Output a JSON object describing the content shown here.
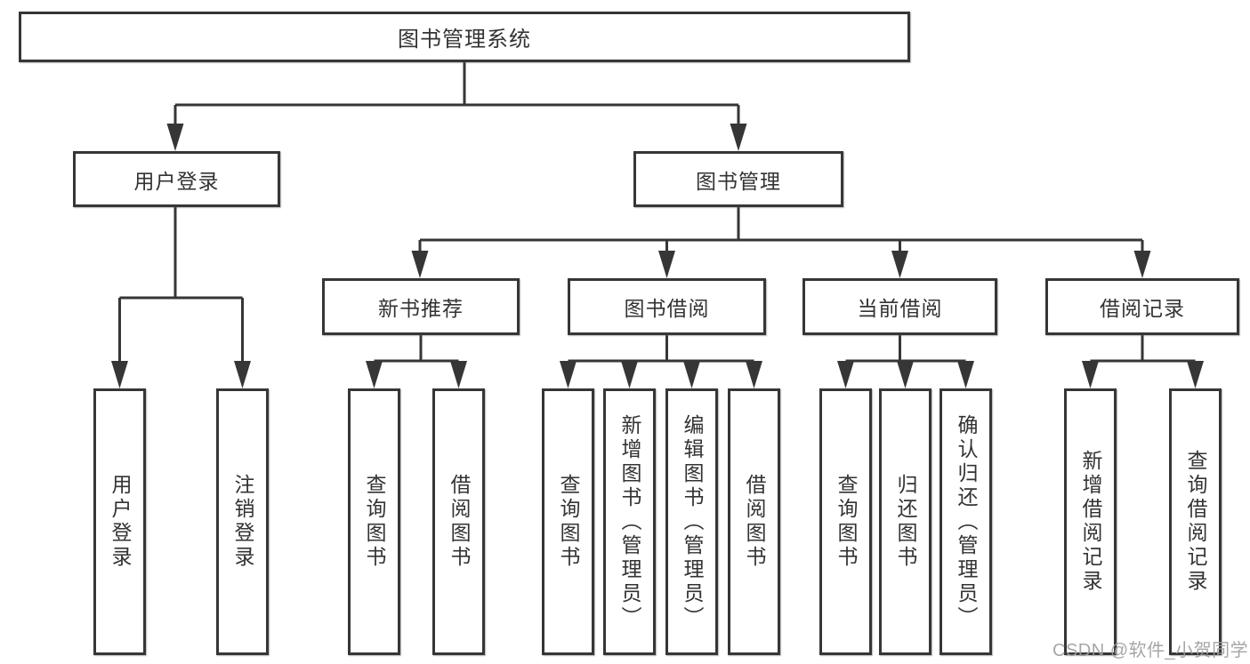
{
  "colors": {
    "line": "#363636",
    "box_border": "#363636",
    "box_fill": "#ffffff",
    "text": "#333333",
    "background": "#ffffff",
    "watermark": "#9e9e9e"
  },
  "watermark": "CSDN @软件_小贺同学",
  "tree": {
    "root": {
      "label": "图书管理系统"
    },
    "branches": [
      {
        "label": "用户登录",
        "children": [
          {
            "label": "用户登录"
          },
          {
            "label": "注销登录"
          }
        ]
      },
      {
        "label": "图书管理",
        "children": [
          {
            "label": "新书推荐",
            "children": [
              {
                "label": "查询图书"
              },
              {
                "label": "借阅图书"
              }
            ]
          },
          {
            "label": "图书借阅",
            "children": [
              {
                "label": "查询图书"
              },
              {
                "label": "新增图书（管理员）"
              },
              {
                "label": "编辑图书（管理员）"
              },
              {
                "label": "借阅图书"
              }
            ]
          },
          {
            "label": "当前借阅",
            "children": [
              {
                "label": "查询图书"
              },
              {
                "label": "归还图书"
              },
              {
                "label": "确认归还（管理员）"
              }
            ]
          },
          {
            "label": "借阅记录",
            "children": [
              {
                "label": "新增借阅记录"
              },
              {
                "label": "查询借阅记录"
              }
            ]
          }
        ]
      }
    ]
  }
}
